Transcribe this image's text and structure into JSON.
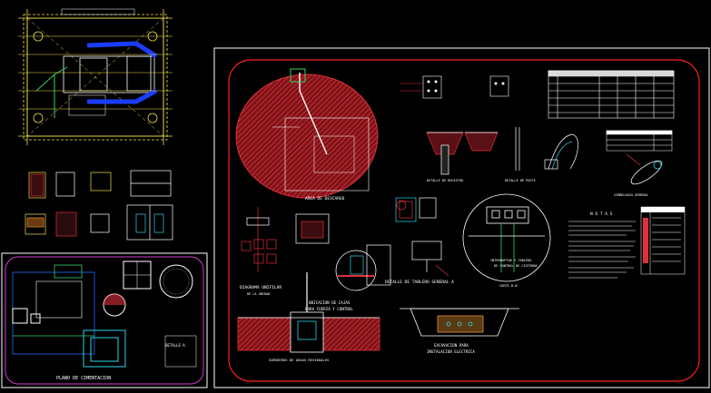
{
  "colors": {
    "background": "#000000",
    "sheet_frame": "#ffffff",
    "sheet_border": "#ff2020",
    "hatch_red": "#e0303a",
    "plan_yellow": "#f2e24a",
    "pipe_blue": "#1a3cff",
    "line_cyan": "#2fd3e6",
    "line_green": "#34d36a",
    "line_white": "#ffffff",
    "line_magenta": "#d03cd0",
    "line_blue": "#2a6bff"
  },
  "sheet_main": {
    "label_discharge_area": "AREA DE DESCARGO",
    "label_unifilar_1": "DIAGRAMA UNIFILAR",
    "label_unifilar_2": "DE LA UNIDAD",
    "label_cleaning_1": "UBICACION DE CAJAS",
    "label_cleaning_2": "PARA FUERZA Y CONTROL",
    "label_detail_a": "DETALLE DE TABLERO GENERAL A",
    "label_excavation_1": "EXCAVACION PARA",
    "label_excavation_2": "INSTALACION ELECTRICA",
    "label_section": "CORTE B-B'",
    "label_notes_title": "N O T A S",
    "label_symbols": "SIMBOLOGIA GENERAL",
    "label_pumps": "SUMIDEROS DE AGUAS RESIDUALES",
    "label_ground": "DETALLE DE REGISTRO",
    "label_connection_1": "INTERRUPTOR Y TABLERO",
    "label_connection_2": "DE CONTROL DE CISTERNA",
    "label_pole": "DETALLE DE POSTE"
  },
  "sheet_foundation": {
    "label_title": "PLANO DE CIMENTACION",
    "label_detail": "DETALLE A"
  }
}
